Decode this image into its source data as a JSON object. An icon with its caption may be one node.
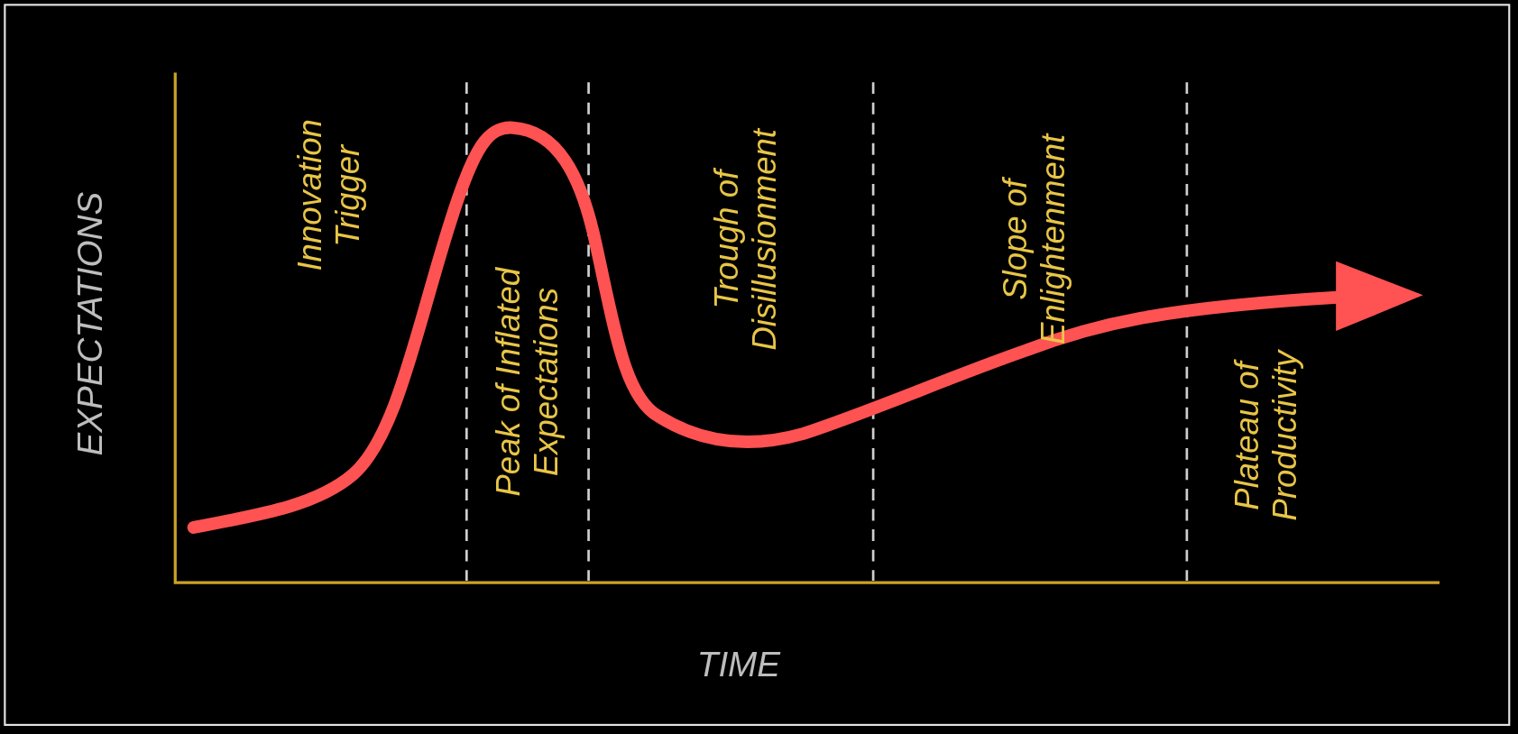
{
  "diagram": {
    "labels": [
      "EXPECTATIONS",
      "Innovation Trigger",
      "Peak of Inflated Expectations",
      "Trough of Disillusionment",
      "Slope of Enlightenment",
      "Plateau of Productivity",
      "TIME"
    ]
  }
}
